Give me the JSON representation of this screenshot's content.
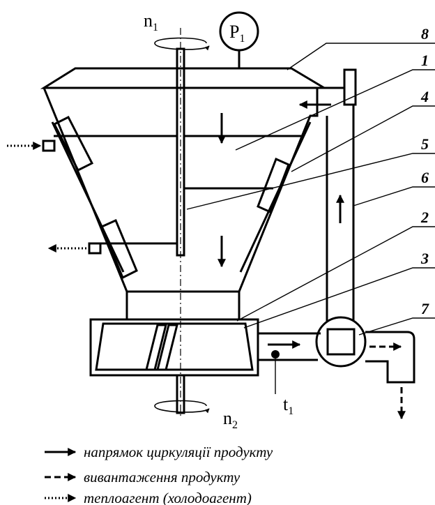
{
  "symbols": {
    "n1": {
      "main": "n",
      "sub": "1"
    },
    "n2": {
      "main": "n",
      "sub": "2"
    },
    "p1": {
      "main": "P",
      "sub": "1"
    },
    "t1": {
      "main": "t",
      "sub": "1"
    }
  },
  "callouts": [
    "1",
    "2",
    "3",
    "4",
    "5",
    "6",
    "7",
    "8"
  ],
  "legend": [
    {
      "style": "solid",
      "text": "напрямок циркуляції продукту"
    },
    {
      "style": "dashed",
      "text": "вивантаження продукту"
    },
    {
      "style": "dotted",
      "text": "теплоагент (холодоагент)"
    }
  ],
  "colors": {
    "ink": "#000000",
    "paper": "#ffffff"
  }
}
